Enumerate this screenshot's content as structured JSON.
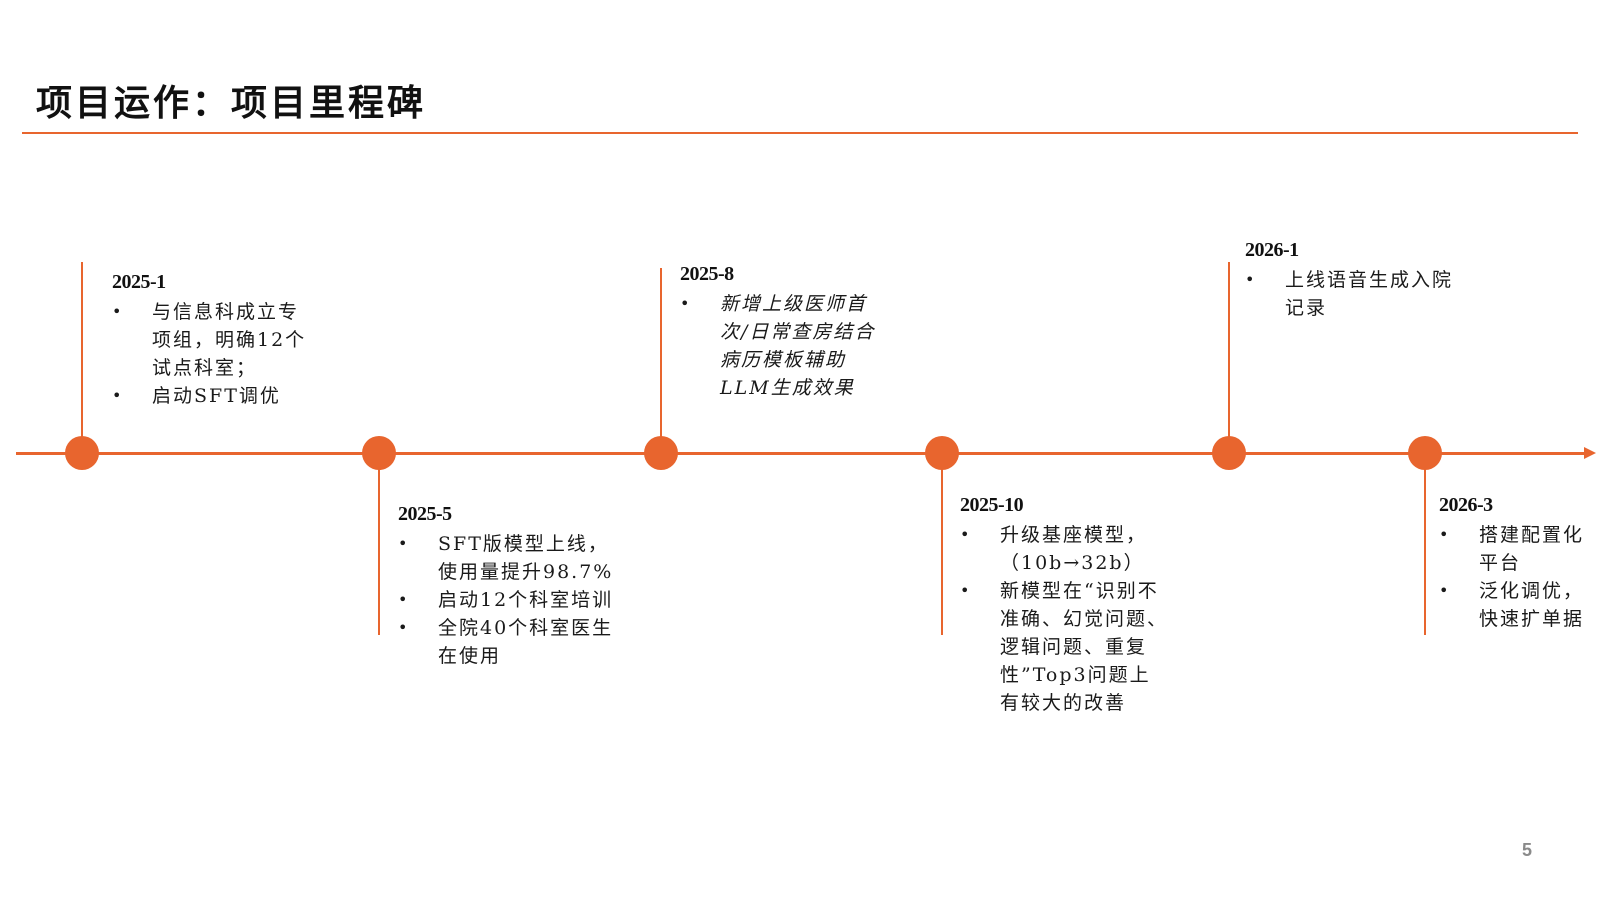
{
  "title": "项目运作：项目里程碑",
  "page_number": "5",
  "milestones": [
    {
      "date": "2025-1",
      "items": [
        "与信息科成立专项组，明确12个试点科室；",
        "启动SFT调优"
      ]
    },
    {
      "date": "2025-5",
      "items": [
        "SFT版模型上线，使用量提升98.7%",
        "启动12个科室培训",
        "全院40个科室医生在使用"
      ]
    },
    {
      "date": "2025-8",
      "items": [
        "新增上级医师首次/日常查房结合病历模板辅助LLM生成效果"
      ]
    },
    {
      "date": "2025-10",
      "items": [
        "升级基座模型，（10b→32b）",
        "新模型在“识别不准确、幻觉问题、逻辑问题、重复性”Top3问题上有较大的改善"
      ]
    },
    {
      "date": "2026-1",
      "items": [
        "上线语音生成入院记录"
      ]
    },
    {
      "date": "2026-3",
      "items": [
        "搭建配置化平台",
        "泛化调优，快速扩单据"
      ]
    }
  ],
  "colors": {
    "accent": "#e8652e",
    "text": "#1a1a1a",
    "page_number": "#8a8a8a"
  }
}
